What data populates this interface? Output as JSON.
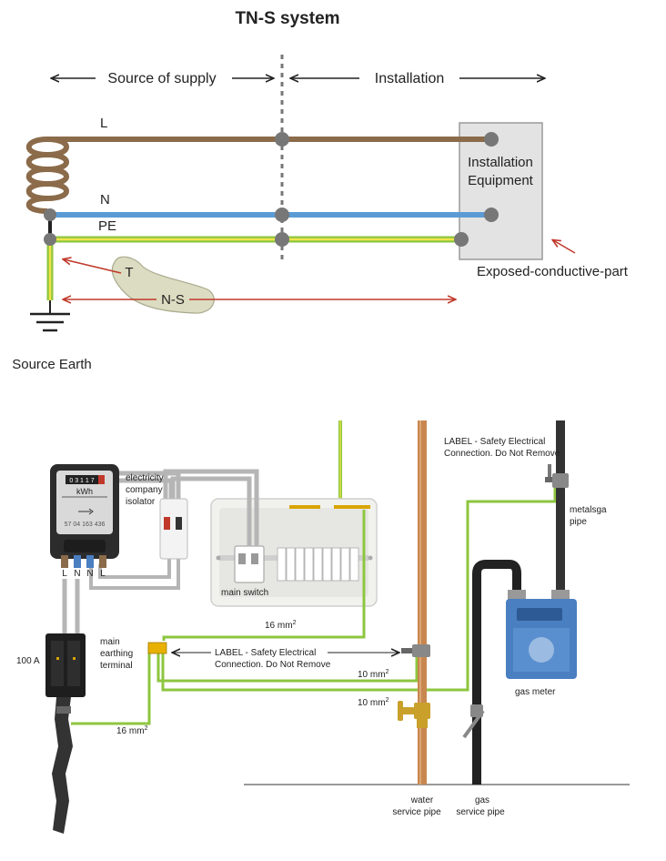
{
  "top": {
    "title": "TN-S system",
    "source_of_supply": "Source of supply",
    "installation": "Installation",
    "conductors": {
      "L": "L",
      "N": "N",
      "PE": "PE"
    },
    "equipment_line1": "Installation",
    "equipment_line2": "Equipment",
    "exposed_part": "Exposed-conductive-part",
    "t_label": "T",
    "ns_label": "N-S",
    "source_earth": "Source Earth"
  },
  "bottom": {
    "meter_reading": "0 3 1 1 7",
    "meter_unit": "kWh",
    "meter_serial": "57 04 163 436",
    "terminals": [
      "L",
      "N",
      "N",
      "L"
    ],
    "fuse_rating": "100 A",
    "isolator_line1": "electricity",
    "isolator_line2": "company",
    "isolator_line3": "isolator",
    "main_switch": "main switch",
    "met_line1": "main",
    "met_line2": "earthing",
    "met_line3": "terminal",
    "label_safety_line1": "LABEL - Safety Electrical",
    "label_safety_line2": "Connection. Do Not Remove",
    "size_16_main": "16 mm",
    "size_16_tail": "16 mm",
    "size_10_water": "10 mm",
    "size_10_gas": "10 mm",
    "sup": "2",
    "metal_pipe_line1": "metalsga",
    "metal_pipe_line2": "pipe",
    "gas_meter": "gas meter",
    "water_pipe_line1": "water",
    "water_pipe_line2": "service pipe",
    "gas_pipe_line1": "gas",
    "gas_pipe_line2": "service pipe"
  },
  "colors": {
    "line": "#8b6b4a",
    "neutral": "#5b9bd5",
    "pe_green": "#8dc63f",
    "pe_yellow": "#f2e34a",
    "arrow_red": "#c0392b",
    "copper": "#c8874f",
    "gas_blue": "#4a7fc1"
  }
}
